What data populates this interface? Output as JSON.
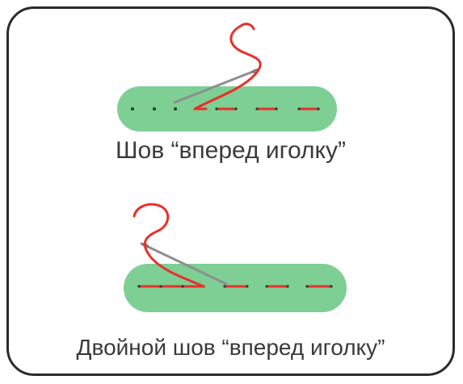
{
  "panels": [
    {
      "id": "running-stitch",
      "caption": "Шов “вперед иголку”"
    },
    {
      "id": "double-running-stitch",
      "caption": "Двойной шов “вперед иголку”"
    }
  ],
  "colors": {
    "fabric": "#7dcf93",
    "thread": "#e8302a",
    "needle": "#8e8e8e",
    "border": "#2b2b2b",
    "text": "#3a3a3a",
    "dot": "#1f3d2a"
  }
}
